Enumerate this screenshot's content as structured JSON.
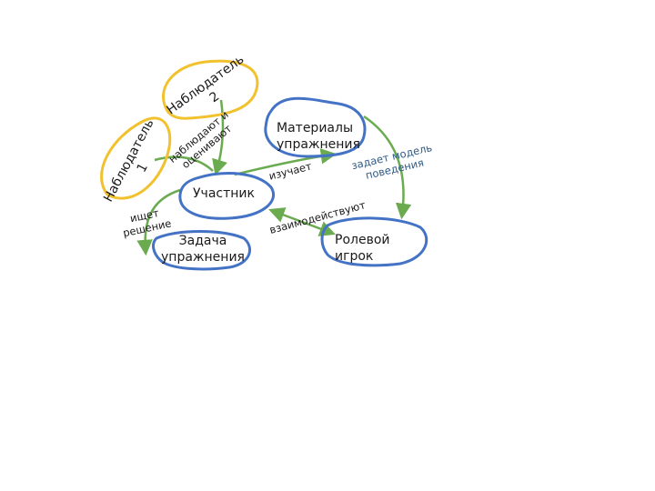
{
  "colors": {
    "observer_outline": "#f2c12e",
    "node_outline": "#4473c5",
    "arrow": "#6aab4f",
    "note_text": "#2f5c88",
    "text": "#1a1a1a"
  },
  "nodes": {
    "observer1": {
      "line1": "Наблюдатель",
      "line2": "1"
    },
    "observer2": {
      "line1": "Наблюдатель",
      "line2": "2"
    },
    "participant": {
      "label": "Участник"
    },
    "materials": {
      "line1": "Материалы",
      "line2": "упражнения"
    },
    "task": {
      "line1": "Задача",
      "line2": "упражнения"
    },
    "roleplayer": {
      "line1": "Ролевой",
      "line2": "игрок"
    }
  },
  "edges": {
    "observe": {
      "line1": "наблюдают и",
      "line2": "оценивают"
    },
    "studies": {
      "label": "изучает"
    },
    "sets_model": {
      "line1": "задает модель",
      "line2": "поведения"
    },
    "seeks": {
      "line1": "ищет",
      "line2": "решение"
    },
    "interact": {
      "label": "взаимодействуют"
    }
  }
}
